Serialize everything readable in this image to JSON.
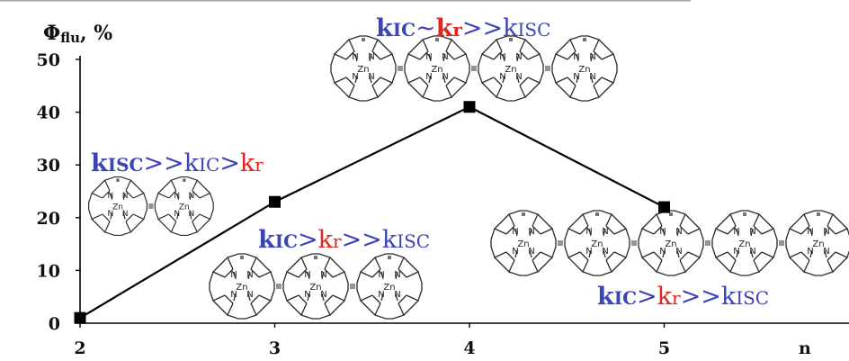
{
  "chart_data": {
    "type": "line",
    "ylabel_main": "Φ",
    "ylabel_sub": "flu",
    "ylabel_unit": ", %",
    "xlabel": "n",
    "x": [
      2,
      3,
      4,
      5
    ],
    "series": [
      {
        "values": [
          1,
          23,
          41,
          22
        ]
      }
    ],
    "xlim": [
      2,
      6
    ],
    "ylim": [
      0,
      50
    ],
    "yticks": [
      0,
      10,
      20,
      30,
      40,
      50
    ],
    "xticks": [
      2,
      3,
      4,
      5
    ],
    "grid": false,
    "line_color": "#000000",
    "marker": "square",
    "annotations": [
      {
        "id": "n2",
        "parts": [
          {
            "t": "k",
            "s": "ISC",
            "color": "#3b44b5",
            "bold": true
          },
          {
            "t": ">>",
            "color": "#3b44b5"
          },
          {
            "t": "k",
            "s": "IC",
            "color": "#3b44b5"
          },
          {
            "t": ">",
            "color": "#3b44b5"
          },
          {
            "t": "k",
            "s": "r",
            "color": "#e0241b"
          }
        ]
      },
      {
        "id": "n3",
        "parts": [
          {
            "t": "k",
            "s": "IC",
            "color": "#3b44b5",
            "bold": true
          },
          {
            "t": ">",
            "color": "#3b44b5"
          },
          {
            "t": "k",
            "s": "r",
            "color": "#e0241b"
          },
          {
            "t": ">>",
            "color": "#3b44b5"
          },
          {
            "t": "k",
            "s": "ISC",
            "color": "#3b44b5"
          }
        ]
      },
      {
        "id": "n4",
        "parts": [
          {
            "t": "k",
            "s": "IC",
            "color": "#3b44b5",
            "bold": true
          },
          {
            "t": "~",
            "color": "#3b44b5"
          },
          {
            "t": "k",
            "s": "r",
            "color": "#e0241b",
            "bold": true
          },
          {
            "t": ">>",
            "color": "#3b44b5"
          },
          {
            "t": "k",
            "s": "ISC",
            "color": "#3b44b5"
          }
        ]
      },
      {
        "id": "n5",
        "parts": [
          {
            "t": "k",
            "s": "IC",
            "color": "#3b44b5",
            "bold": true
          },
          {
            "t": ">",
            "color": "#3b44b5"
          },
          {
            "t": "k",
            "s": "r",
            "color": "#e0241b"
          },
          {
            "t": ">>",
            "color": "#3b44b5"
          },
          {
            "t": "k",
            "s": "ISC",
            "color": "#3b44b5"
          }
        ]
      }
    ],
    "molecules": [
      {
        "units": 2,
        "metal": "Zn",
        "nitrogen": "N"
      },
      {
        "units": 3,
        "metal": "Zn",
        "nitrogen": "N"
      },
      {
        "units": 4,
        "metal": "Zn",
        "nitrogen": "N"
      },
      {
        "units": 5,
        "metal": "Zn",
        "nitrogen": "N"
      }
    ]
  }
}
